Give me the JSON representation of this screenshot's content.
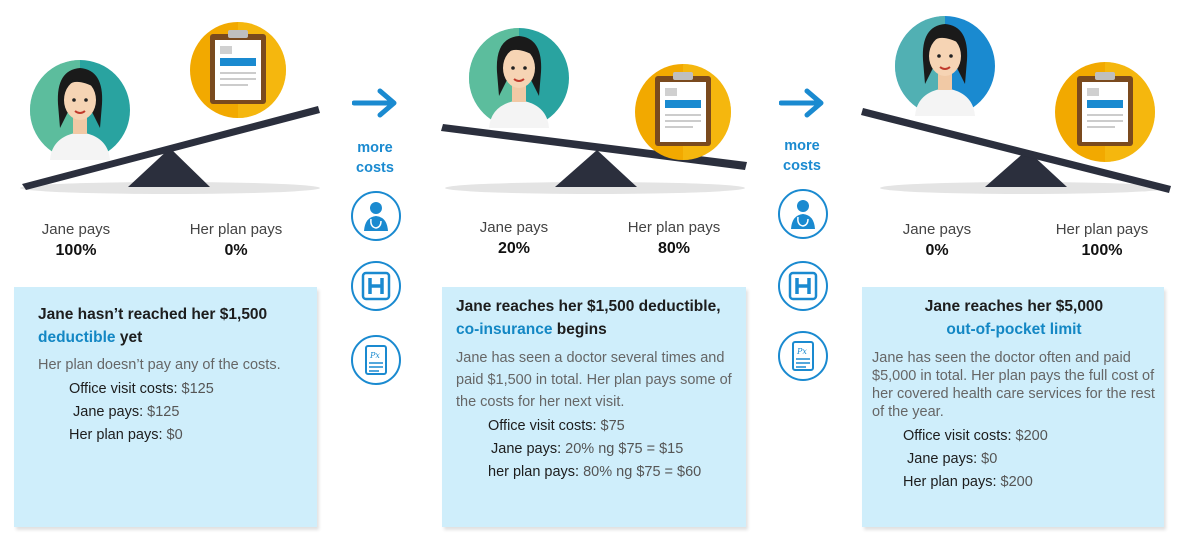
{
  "connector": {
    "more_line1": "more",
    "more_line2": "costs"
  },
  "icons": [
    "doctor-icon",
    "hospital-icon",
    "prescription-icon"
  ],
  "colors": {
    "accent": "#1387c4",
    "card_bg": "#cfeefb",
    "seesaw": "#2b2f3d",
    "doc_circle": "#f2a900"
  },
  "stages": [
    {
      "jane_label": "Jane pays",
      "jane_pct": "100%",
      "plan_label": "Her plan pays",
      "plan_pct": "0%",
      "title_a": "Jane hasn’t reached her $1,500",
      "title_hl": "deductible",
      "title_b": " yet",
      "desc": "Her plan doesn’t pay any of the costs.",
      "rows": [
        {
          "label": "Office visit costs:",
          "value": " $125"
        },
        {
          "label": "Jane pays:",
          "value": " $125"
        },
        {
          "label": "Her plan pays:",
          "value": " $0"
        }
      ]
    },
    {
      "jane_label": "Jane pays",
      "jane_pct": "20%",
      "plan_label": "Her plan pays",
      "plan_pct": "80%",
      "title_a": "Jane reaches her $1,500 deductible,",
      "title_hl": "co-insurance",
      "title_b": " begins",
      "desc": "Jane has seen a doctor several times and paid $1,500 in total. Her plan pays some of the costs for her next visit.",
      "rows": [
        {
          "label": "Office visit costs:",
          "value": " $75"
        },
        {
          "label": "Jane pays:",
          "value": " 20% ng $75 = $15"
        },
        {
          "label": "her plan pays:",
          "value": " 80% ng $75 = $60"
        }
      ]
    },
    {
      "jane_label": "Jane pays",
      "jane_pct": "0%",
      "plan_label": "Her plan pays",
      "plan_pct": "100%",
      "title_a": "Jane reaches her $5,000",
      "title_hl": "out-of-pocket limit",
      "title_b": "",
      "desc": "Jane has seen the doctor often and paid $5,000 in total. Her plan pays the full cost of her covered health care services for the rest of the year.",
      "rows": [
        {
          "label": "Office visit costs:",
          "value": " $200"
        },
        {
          "label": "Jane pays:",
          "value": " $0"
        },
        {
          "label": "Her plan pays:",
          "value": " $200"
        }
      ]
    }
  ]
}
